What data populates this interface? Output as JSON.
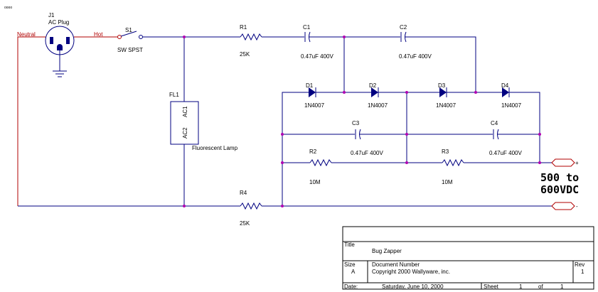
{
  "corner_mark": "oooo",
  "j1": {
    "ref": "J1",
    "name": "AC Plug"
  },
  "net_neutral": "Neutral",
  "net_hot": "Hot",
  "s1": {
    "ref": "S1",
    "name": "SW SPST"
  },
  "r1": {
    "ref": "R1",
    "value": "25K"
  },
  "r2": {
    "ref": "R2",
    "value": "10M"
  },
  "r3": {
    "ref": "R3",
    "value": "10M"
  },
  "r4": {
    "ref": "R4",
    "value": "25K"
  },
  "c1": {
    "ref": "C1",
    "value": "0.47uF 400V"
  },
  "c2": {
    "ref": "C2",
    "value": "0.47uF 400V"
  },
  "c3": {
    "ref": "C3",
    "value": "0.47uF 400V"
  },
  "c4": {
    "ref": "C4",
    "value": "0.47uF 400V"
  },
  "d1": {
    "ref": "D1",
    "part": "1N4007"
  },
  "d2": {
    "ref": "D2",
    "part": "1N4007"
  },
  "d3": {
    "ref": "D3",
    "part": "1N4007"
  },
  "d4": {
    "ref": "D4",
    "part": "1N4007"
  },
  "fl1": {
    "ref": "FL1",
    "name": "Fluorescent Lamp",
    "pin1": "AC1",
    "pin2": "AC2"
  },
  "out_plus": "+",
  "out_minus": "-",
  "output": {
    "line1": "500 to",
    "line2": "600VDC"
  },
  "title_block": {
    "title_label": "Title",
    "title": "Bug Zapper",
    "size_label": "Size",
    "size": "A",
    "doc_label": "Document Number",
    "doc": "Copyright 2000 Wallyware, inc.",
    "rev_label": "Rev",
    "rev": "1",
    "date_label": "Date:",
    "date": "Saturday, June 10, 2000",
    "sheet_label": "Sheet",
    "sheet": "1",
    "of_label": "of",
    "of": "1"
  }
}
